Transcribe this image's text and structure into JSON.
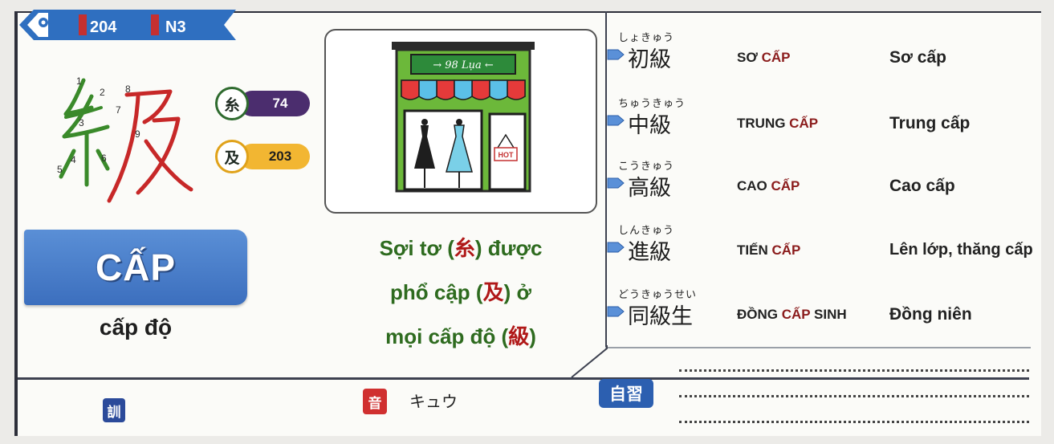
{
  "header": {
    "number": "204",
    "level": "N3",
    "colors": {
      "ribbon": "#2f6fc0",
      "accent": "#c43030"
    }
  },
  "kanji": {
    "character": "級",
    "stroke_numbers": [
      "1",
      "2",
      "3",
      "4",
      "5",
      "6",
      "7",
      "8",
      "9"
    ]
  },
  "components": [
    {
      "character": "糸",
      "number": "74",
      "circle_color": "#2f6b2f",
      "pill_color": "#4b2d6e",
      "text_color": "#ffffff"
    },
    {
      "character": "及",
      "number": "203",
      "circle_color": "#e0a21a",
      "pill_color": "#f2b632",
      "text_color": "#1e1e1e"
    }
  ],
  "meaning": {
    "han_viet": "CẤP",
    "vietnamese": "cấp độ"
  },
  "illustration": {
    "sign_text": "→ 98 Lụa ←",
    "tag_text": "HOT"
  },
  "mnemonic": {
    "line1": {
      "before": "Sợi tơ (",
      "kanji": "糸",
      "after": ") được"
    },
    "line2": {
      "before": "phổ cập (",
      "kanji": "及",
      "after": ") ở"
    },
    "line3": {
      "before": "mọi cấp độ (",
      "kanji": "級",
      "after": ")"
    }
  },
  "vocabulary": [
    {
      "furigana": "しょきゅう",
      "word": "初級",
      "han_prefix": "SƠ ",
      "han_hl": "CẤP",
      "han_suffix": "",
      "meaning": "Sơ cấp"
    },
    {
      "furigana": "ちゅうきゅう",
      "word": "中級",
      "han_prefix": "TRUNG ",
      "han_hl": "CẤP",
      "han_suffix": "",
      "meaning": "Trung cấp"
    },
    {
      "furigana": "こうきゅう",
      "word": "高級",
      "han_prefix": "CAO ",
      "han_hl": "CẤP",
      "han_suffix": "",
      "meaning": "Cao cấp"
    },
    {
      "furigana": "しんきゅう",
      "word": "進級",
      "han_prefix": "TIẾN ",
      "han_hl": "CẤP",
      "han_suffix": "",
      "meaning": "Lên lớp, thăng cấp"
    },
    {
      "furigana": "どうきゅうせい",
      "word": "同級生",
      "han_prefix": "ĐỒNG ",
      "han_hl": "CẤP",
      "han_suffix": " SINH",
      "meaning": "Đồng niên"
    }
  ],
  "readings": {
    "kun_label": "訓",
    "on_label": "音",
    "on_value": "キュウ",
    "self_study_label": "自習"
  }
}
